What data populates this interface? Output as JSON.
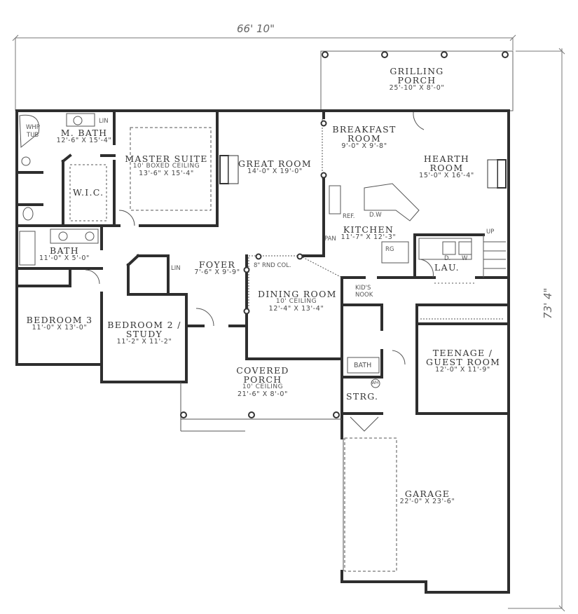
{
  "overall_dimensions": {
    "width": "66' 10\"",
    "depth": "73' 4\""
  },
  "rooms": {
    "grilling_porch": {
      "name_line1": "GRILLING",
      "name_line2": "PORCH",
      "dim": "25'-10\" X 8'-0\""
    },
    "m_bath": {
      "name": "M. BATH",
      "dim": "12'-6\" X 15'-4\""
    },
    "master_suite": {
      "name": "MASTER SUITE",
      "ceiling": "10' BOXED CEILING",
      "dim": "13'-6\" X 15'-4\""
    },
    "wic": {
      "name": "W.I.C."
    },
    "great_room": {
      "name": "GREAT ROOM",
      "dim": "14'-0\" X 19'-0\""
    },
    "breakfast_room": {
      "name_line1": "BREAKFAST",
      "name_line2": "ROOM",
      "dim": "9'-0\" X 9'-8\""
    },
    "hearth_room": {
      "name_line1": "HEARTH",
      "name_line2": "ROOM",
      "dim": "15'-0\" X 16'-4\""
    },
    "kitchen": {
      "name": "KITCHEN",
      "dim": "11'-7\" X 12'-3\""
    },
    "bath": {
      "name": "BATH",
      "dim": "11'-0\" X 5'-0\""
    },
    "foyer": {
      "name": "FOYER",
      "dim": "7'-6\" X 9'-9\""
    },
    "dining_room": {
      "name": "DINING ROOM",
      "ceiling": "10' CEILING",
      "dim": "12'-4\" X 13'-4\""
    },
    "bedroom_3": {
      "name": "BEDROOM 3",
      "dim": "11'-0\" X 13'-0\""
    },
    "bedroom_2": {
      "name_line1": "BEDROOM 2 /",
      "name_line2": "STUDY",
      "dim": "11'-2\" X 11'-2\""
    },
    "covered_porch": {
      "name_line1": "COVERED",
      "name_line2": "PORCH",
      "ceiling": "10' CEILING",
      "dim": "21'-6\" X 8'-0\""
    },
    "laundry": {
      "name": "LAU."
    },
    "teenage_guest": {
      "name_line1": "TEENAGE /",
      "name_line2": "GUEST ROOM",
      "dim": "12'-0\" X 11'-9\""
    },
    "bath_2": {
      "name": "BATH"
    },
    "storage": {
      "name": "STRG."
    },
    "garage": {
      "name": "GARAGE",
      "dim": "22'-0\" X 23'-6\""
    }
  },
  "fixtures": {
    "whp_tub_line1": "WHP",
    "whp_tub_line2": "TUB",
    "lin_master": "LIN",
    "lin_foyer": "LIN",
    "ref": "REF.",
    "dw": "D.W",
    "pan": "PAN",
    "rg": "RG",
    "dryer": "D.",
    "washer": "W",
    "up": "UP",
    "kids_nook_line1": "KID'S",
    "kids_nook_line2": "NOOK",
    "rnd_col": "8\" RND COL.",
    "water_heater": "WH"
  },
  "colors": {
    "wall": "#2e2e2e",
    "thin_line": "#555555",
    "dim_line": "#777777",
    "background": "#ffffff"
  }
}
